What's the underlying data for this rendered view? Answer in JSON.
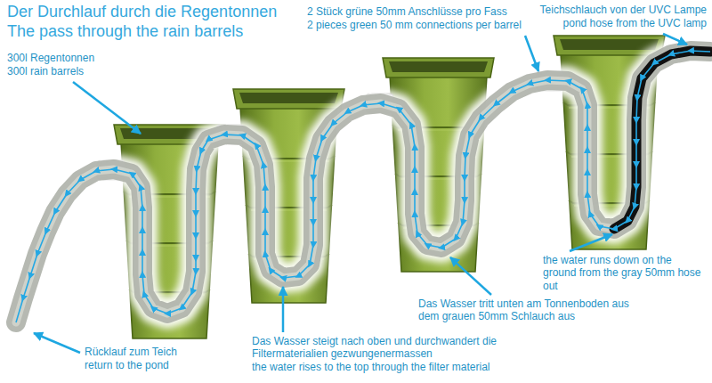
{
  "diagram": {
    "title": "Der Durchlauf durch die Regentonnen",
    "labels": [
      "The pass through the rain barrels",
      "300l Regentonnen",
      "300l rain barrels",
      "2 Stück grüne 50mm Anschlüsse pro Fass",
      "2 pieces green 50 mm connections per barrel",
      "Teichschlauch von der UVC Lampe",
      "pond hose from the UVC lamp",
      "the water runs down on the ground from the gray 50mm hose out",
      "Das Wasser tritt unten am Tonnenboden aus dem grauen 50mm Schlauch aus",
      "Rücklauf zum Teich",
      "return to the pond",
      "Das Wasser steigt nach oben und durchwandert die Filtermaterialien gezwungenermassen",
      "the water rises to the top through the filter material"
    ]
  }
}
